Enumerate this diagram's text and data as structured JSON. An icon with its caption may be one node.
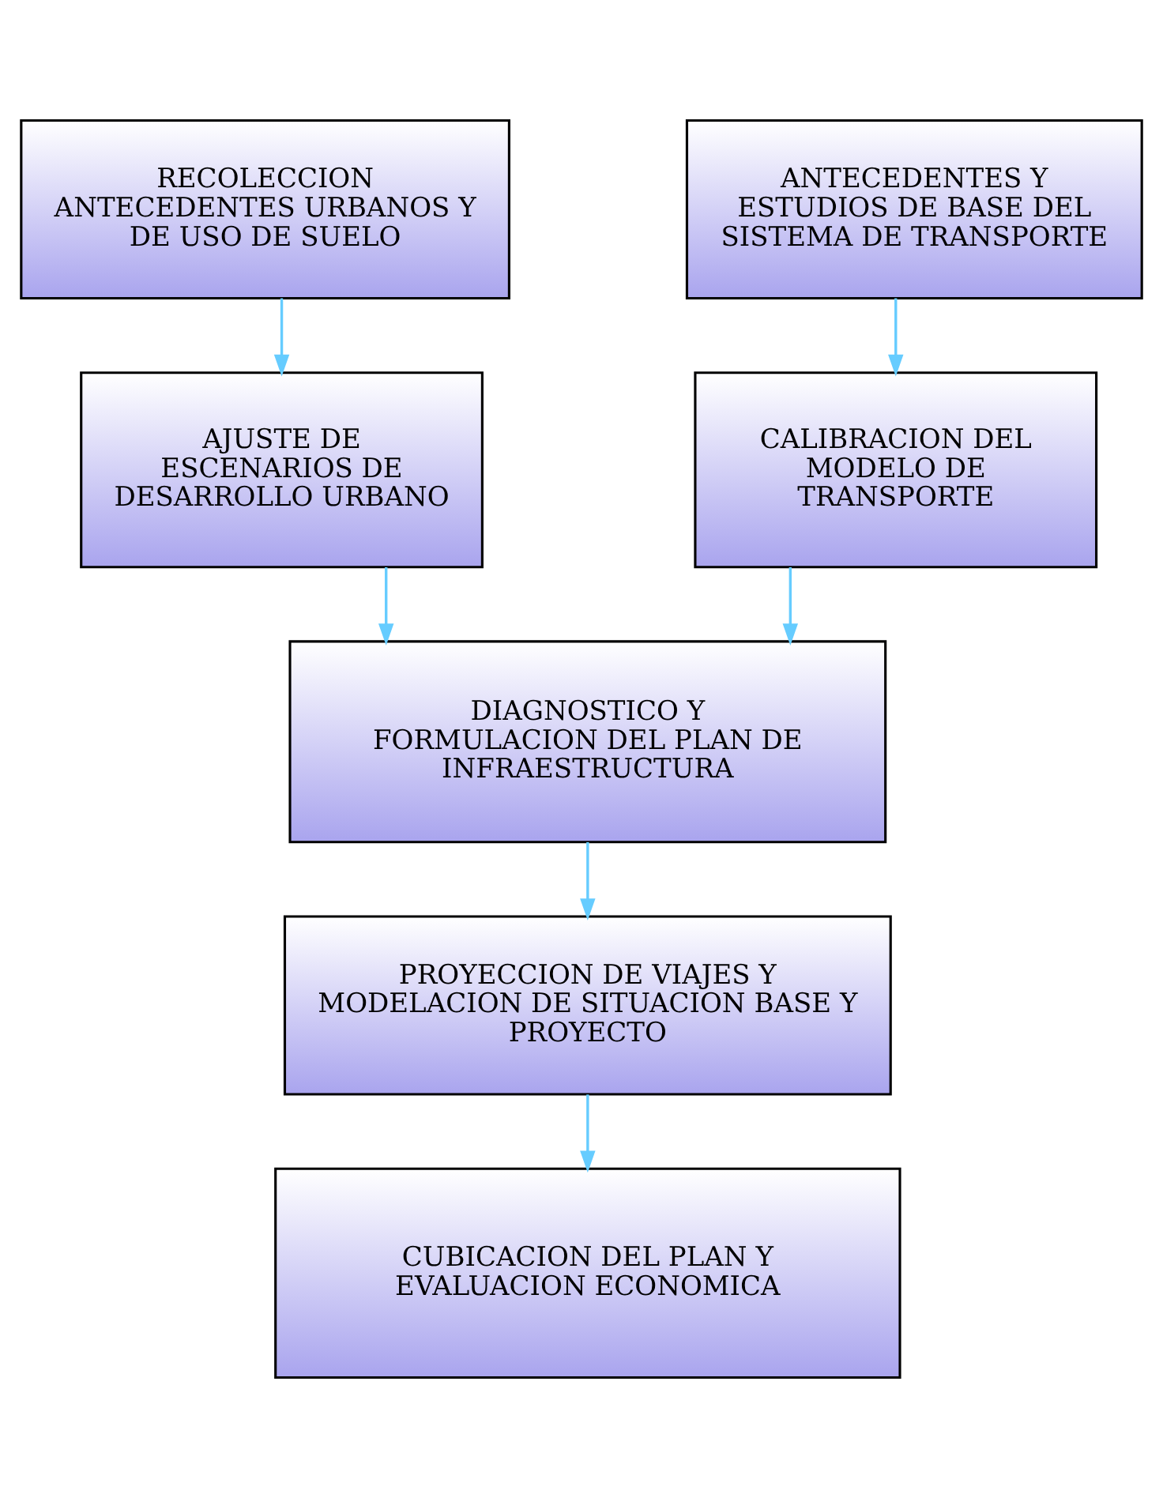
{
  "diagram": {
    "nodes": [
      {
        "text": [
          "RECOLECCION ANTECEDENTES URBANOS Y DE USO DE SUELO"
        ]
      },
      {
        "text": [
          "ANTECEDENTES Y ESTUDIOS DE BASE DEL SISTEMA DE TRANSPORTE"
        ]
      },
      {
        "text": [
          "AJUSTE DE ESCENARIOS DE DESARROLLO URBANO"
        ]
      },
      {
        "text": [
          "CALIBRACION DEL MODELO DE TRANSPORTE"
        ]
      },
      {
        "text": [
          "DIAGNOSTICO Y FORMULACION DEL PLAN DE INFRAESTRUCTURA"
        ]
      },
      {
        "text": [
          "PROYECCION DE VIAJES Y MODELACION DE SITUACION BASE Y PROYECTO"
        ]
      },
      {
        "text": [
          "CUBICACION DEL PLAN Y EVALUACION ECONOMICA"
        ]
      }
    ],
    "edges": [
      {
        "from": 0,
        "to": 2,
        "arrow": "to"
      },
      {
        "from": 1,
        "to": 3,
        "arrow": "to"
      },
      {
        "from": 2,
        "to": 4,
        "arrow": "to"
      },
      {
        "from": 3,
        "to": 4,
        "arrow": "to"
      },
      {
        "from": 4,
        "to": 5,
        "arrow": "to"
      },
      {
        "from": 5,
        "to": 6,
        "arrow": "to"
      }
    ]
  }
}
